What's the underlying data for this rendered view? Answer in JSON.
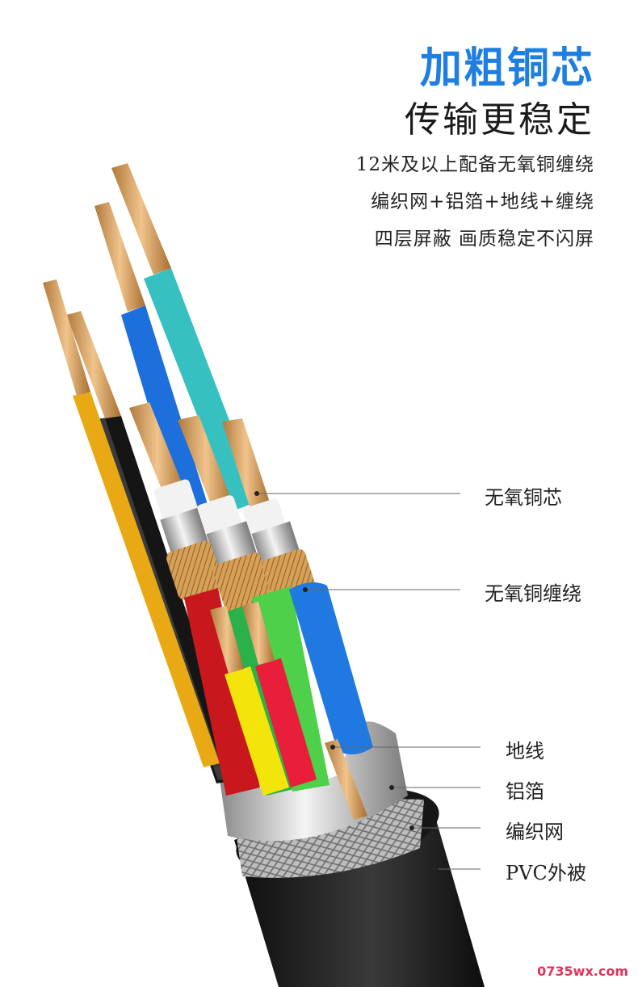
{
  "headline": "加粗铜芯",
  "subheadline": "传输更稳定",
  "description": [
    "12米及以上配备无氧铜缠绕",
    "编织网+铝箔+地线+缠绕",
    "四层屏蔽 画质稳定不闪屏"
  ],
  "callouts": {
    "core": "无氧铜芯",
    "wrap": "无氧铜缠绕",
    "ground": "地线",
    "foil": "铝箔",
    "braid": "编织网",
    "jacket": "PVC外被"
  },
  "watermark": "0735wx.com",
  "colors": {
    "accent": "#1f7fe0",
    "watermark": "#e0345a",
    "jacket": "#1c1c1c",
    "copper": "#d9a566"
  }
}
